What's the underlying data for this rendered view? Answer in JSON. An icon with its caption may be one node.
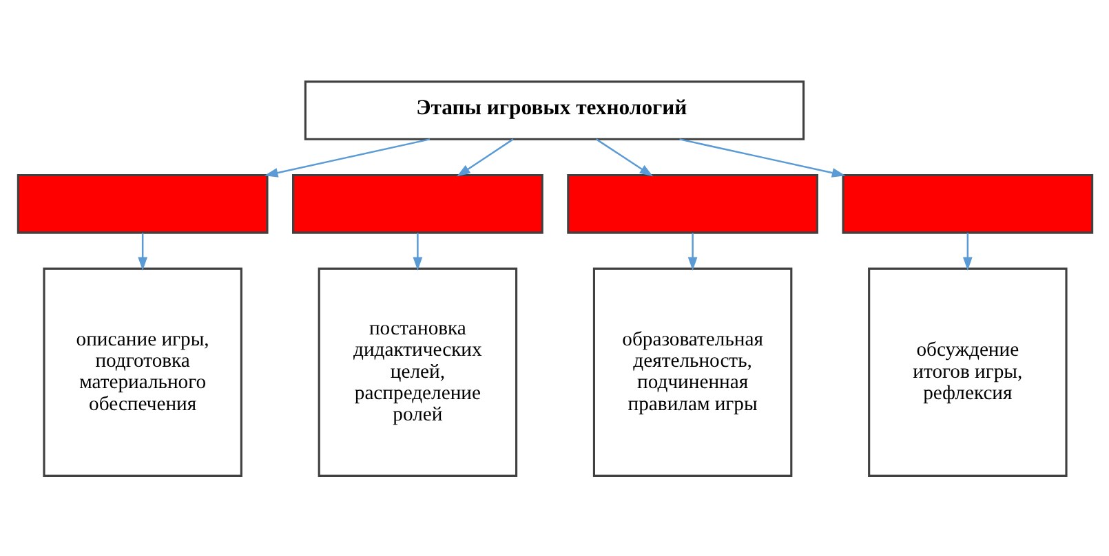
{
  "diagram": {
    "nodes": [
      {
        "text": [
          "Этапы игровых технологий"
        ]
      },
      {
        "text": [],
        "shape": "box"
      },
      {
        "text": [],
        "shape": "box"
      },
      {
        "text": [],
        "shape": "box"
      },
      {
        "text": [],
        "shape": "box"
      },
      {
        "text": [
          "описание игры, подготовка материального обеспечения"
        ]
      },
      {
        "text": [
          "постановка дидактических целей, распределение ролей"
        ]
      },
      {
        "text": [
          "образовательная деятельность, подчиненная правилам игры"
        ]
      },
      {
        "text": [
          "обсуждение итогов игры, рефлексия"
        ]
      }
    ],
    "edges": [
      {
        "from": 0,
        "to": 1,
        "arrow": "to"
      },
      {
        "from": 0,
        "to": 2,
        "arrow": "to"
      },
      {
        "from": 0,
        "to": 3,
        "arrow": "to"
      },
      {
        "from": 0,
        "to": 4,
        "arrow": "to"
      },
      {
        "from": 1,
        "to": 5,
        "arrow": "to"
      },
      {
        "from": 2,
        "to": 6,
        "arrow": "to"
      },
      {
        "from": 3,
        "to": 7,
        "arrow": "to"
      },
      {
        "from": 4,
        "to": 8,
        "arrow": "to"
      }
    ]
  }
}
